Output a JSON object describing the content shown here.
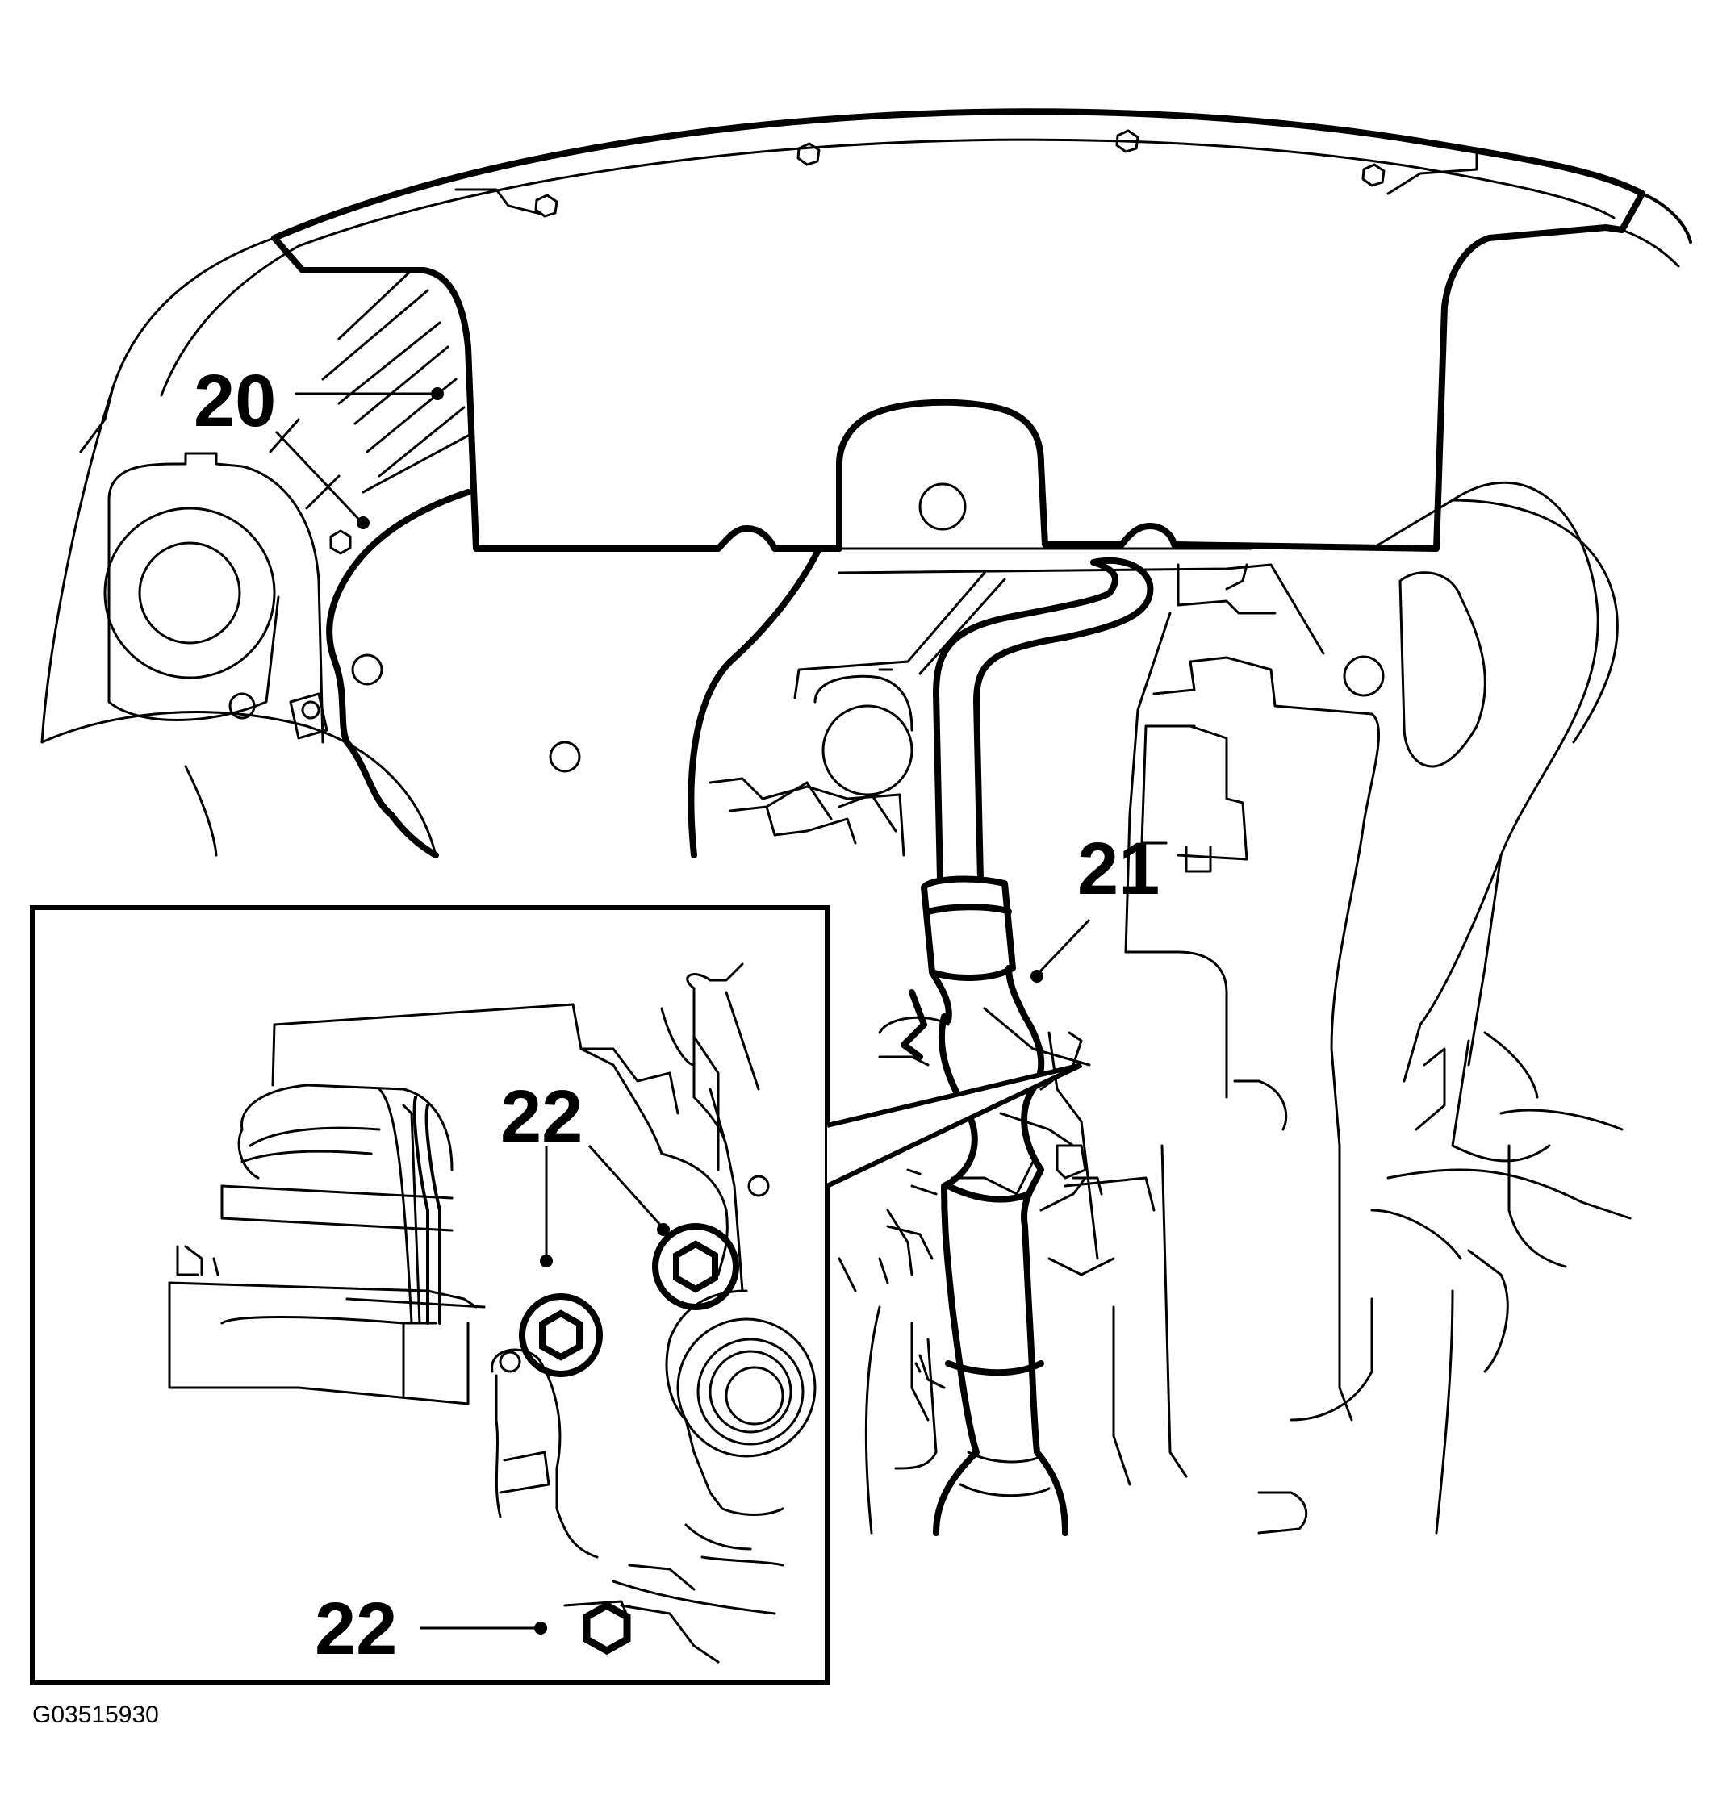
{
  "callouts": [
    {
      "id": "20",
      "label": "20"
    },
    {
      "id": "21",
      "label": "21"
    },
    {
      "id": "22a",
      "label": "22"
    },
    {
      "id": "22b",
      "label": "22"
    }
  ],
  "figure_id": "G03515930"
}
